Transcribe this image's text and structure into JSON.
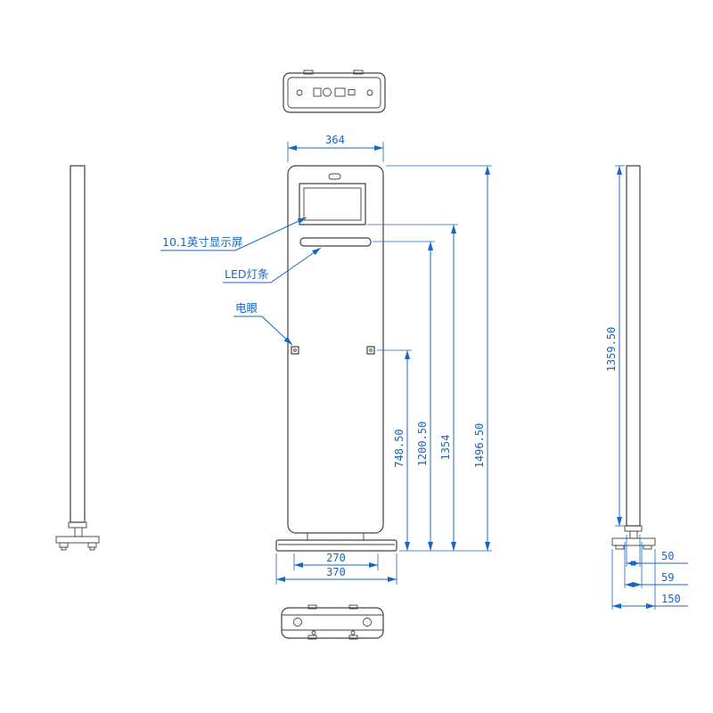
{
  "annotations": {
    "display_label": "10.1英寸显示屏",
    "led_label": "LED灯条",
    "eye_label": "电眼"
  },
  "dimensions": {
    "front_width": "364",
    "eye_height": "748.50",
    "led_height": "1200.50",
    "screen_height": "1354",
    "total_height": "1496.50",
    "base_inner_width": "270",
    "base_outer_width": "370",
    "pole_height": "1359.50",
    "pole_depth": "50",
    "flange_depth": "59",
    "base_depth": "150"
  },
  "colors": {
    "dimension_blue": "#1766c2",
    "geometry": "#404040"
  }
}
